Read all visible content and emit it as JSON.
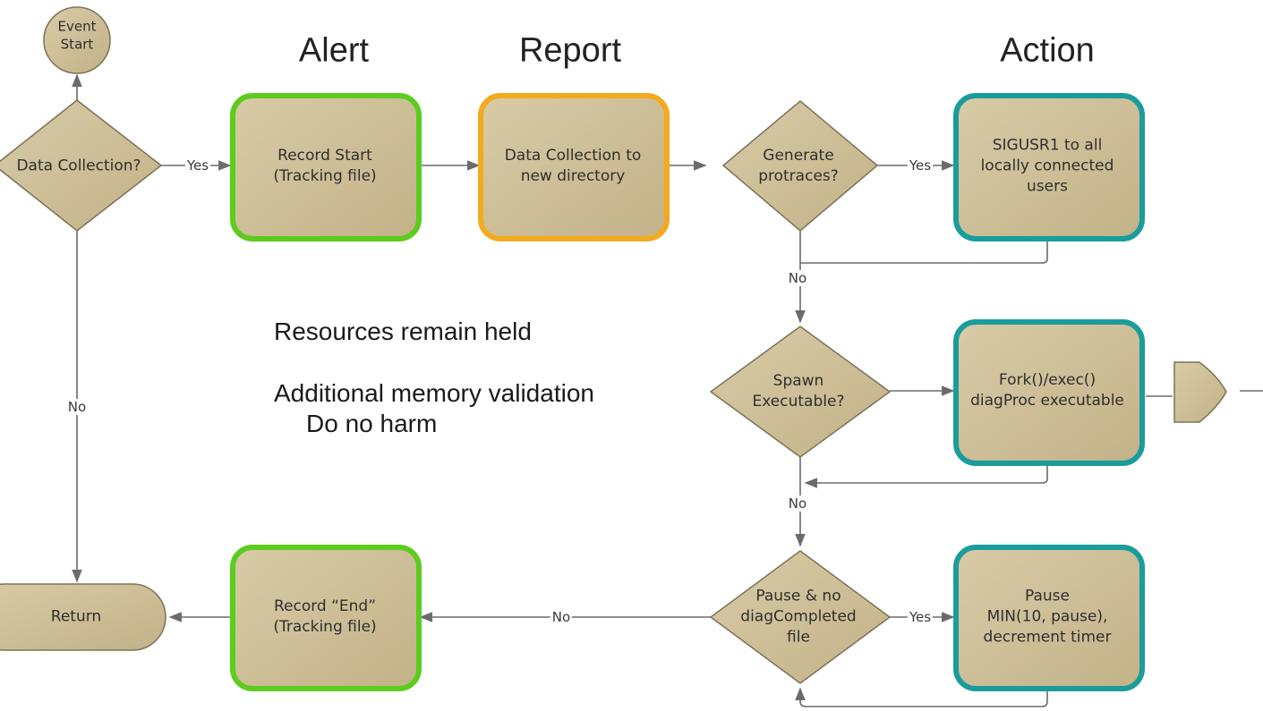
{
  "headings": {
    "alert": "Alert",
    "report": "Report",
    "action": "Action"
  },
  "nodes": {
    "event_start": "Event\nStart",
    "data_collection": "Data Collection?",
    "record_start": "Record Start\n(Tracking file)",
    "data_collection_dir": "Data Collection to\nnew directory",
    "generate_protraces": "Generate\nprotraces?",
    "sigusr1": "SIGUSR1 to all\nlocally connected\nusers",
    "spawn_executable": "Spawn\nExecutable?",
    "fork_exec": "Fork()/exec()\ndiagProc executable",
    "pause_check": "Pause & no\ndiagCompleted\nfile",
    "pause_action": "Pause\nMIN(10, pause),\ndecrement timer",
    "record_end": "Record “End”\n(Tracking file)",
    "return": "Return"
  },
  "edge_labels": {
    "yes_1": "Yes",
    "yes_2": "Yes",
    "yes_3": "Yes",
    "no_1": "No",
    "no_2": "No",
    "no_3": "No",
    "no_4": "No"
  },
  "notes": {
    "line1": "Resources remain held",
    "line2": "Additional memory validation",
    "line3": "Do no harm"
  },
  "colors": {
    "shape_fill": "#cdbf97",
    "shape_stroke": "#7d7258",
    "alert_border": "#5ccc1e",
    "report_border": "#f2aa1f",
    "action_border": "#1a9c9c",
    "connector": "#6b6b6b"
  }
}
